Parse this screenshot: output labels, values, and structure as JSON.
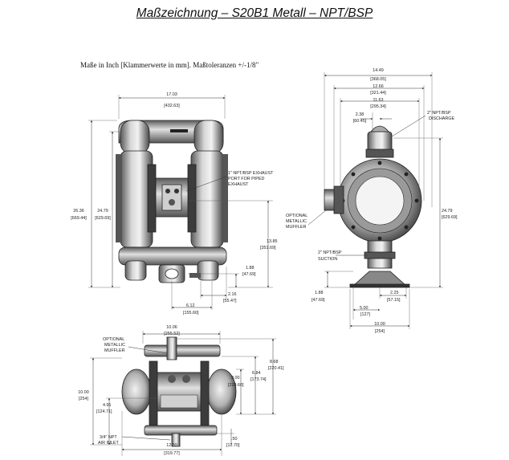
{
  "title": "Maßzeichnung – S20B1 Metall – NPT/BSP",
  "note": "Maße in Inch [Klammerwerte in mm]. Maßtoleranzen +/-1/8\"",
  "front_view": {
    "width_overall": "17.03",
    "width_overall_mm": "[432.63]",
    "height_overall": "26.36",
    "height_overall_mm": "[669.44]",
    "height_discharge": "24.79",
    "height_discharge_mm": "[629.69]",
    "height_exhaust": "13.85",
    "height_exhaust_mm": "[351.69]",
    "height_suction": "1.88",
    "height_suction_mm": "[47.69]",
    "exhaust_offset": "2.16",
    "exhaust_offset_mm": "[55.47]",
    "suction_offset": "6.12",
    "suction_offset_mm": "[155.60]",
    "exhaust_label_1": "1\" NPT/BSP EXHAUST",
    "exhaust_label_2": "PORT FOR PIPED",
    "exhaust_label_3": "EXHAUST"
  },
  "side_view": {
    "width_overall": "14.49",
    "width_overall_mm": "[368.05]",
    "width_flange": "12.66",
    "width_flange_mm": "[321.44]",
    "width_chamber": "11.63",
    "width_chamber_mm": "[295.34]",
    "discharge_offset": "2.38",
    "discharge_offset_mm": "[60.45]",
    "discharge_label_1": "2\" NPT/BSP",
    "discharge_label_2": "DISCHARGE",
    "height": "24.79",
    "height_mm": "[629.69]",
    "muffler_label_1": "OPTIONAL",
    "muffler_label_2": "METALLIC",
    "muffler_label_3": "MUFFLER",
    "suction_label_1": "2\" NPT/BSP",
    "suction_label_2": "SUCTION",
    "suction_height": "1.88",
    "suction_height_mm": "[47.69]",
    "base_half": "2.25",
    "base_half_mm": "[57.15]",
    "base_hole": "5.00",
    "base_hole_mm": "[127]",
    "base_width": "10.00",
    "base_width_mm": "[254]"
  },
  "top_view": {
    "width_top": "10.06",
    "width_top_mm": "[255.52]",
    "muffler_label_1": "OPTIONAL",
    "muffler_label_2": "METALLIC",
    "muffler_label_3": "MUFFLER",
    "depth_overall": "8.68",
    "depth_overall_mm": "[220.41]",
    "depth_b": "6.84",
    "depth_b_mm": "[173.74]",
    "depth_c": "9.00",
    "depth_c_mm": "[228.60]",
    "height_left": "10.00",
    "height_left_mm": "[254]",
    "height_inner": "4.91",
    "height_inner_mm": "[124.71]",
    "air_label_1": "3/4\" NPT",
    "air_label_2": "AIR INLET",
    "width_bottom": "12.59",
    "width_bottom_mm": "[319.77]",
    "small_dim": ".50",
    "small_dim_mm": "[12.70]"
  }
}
